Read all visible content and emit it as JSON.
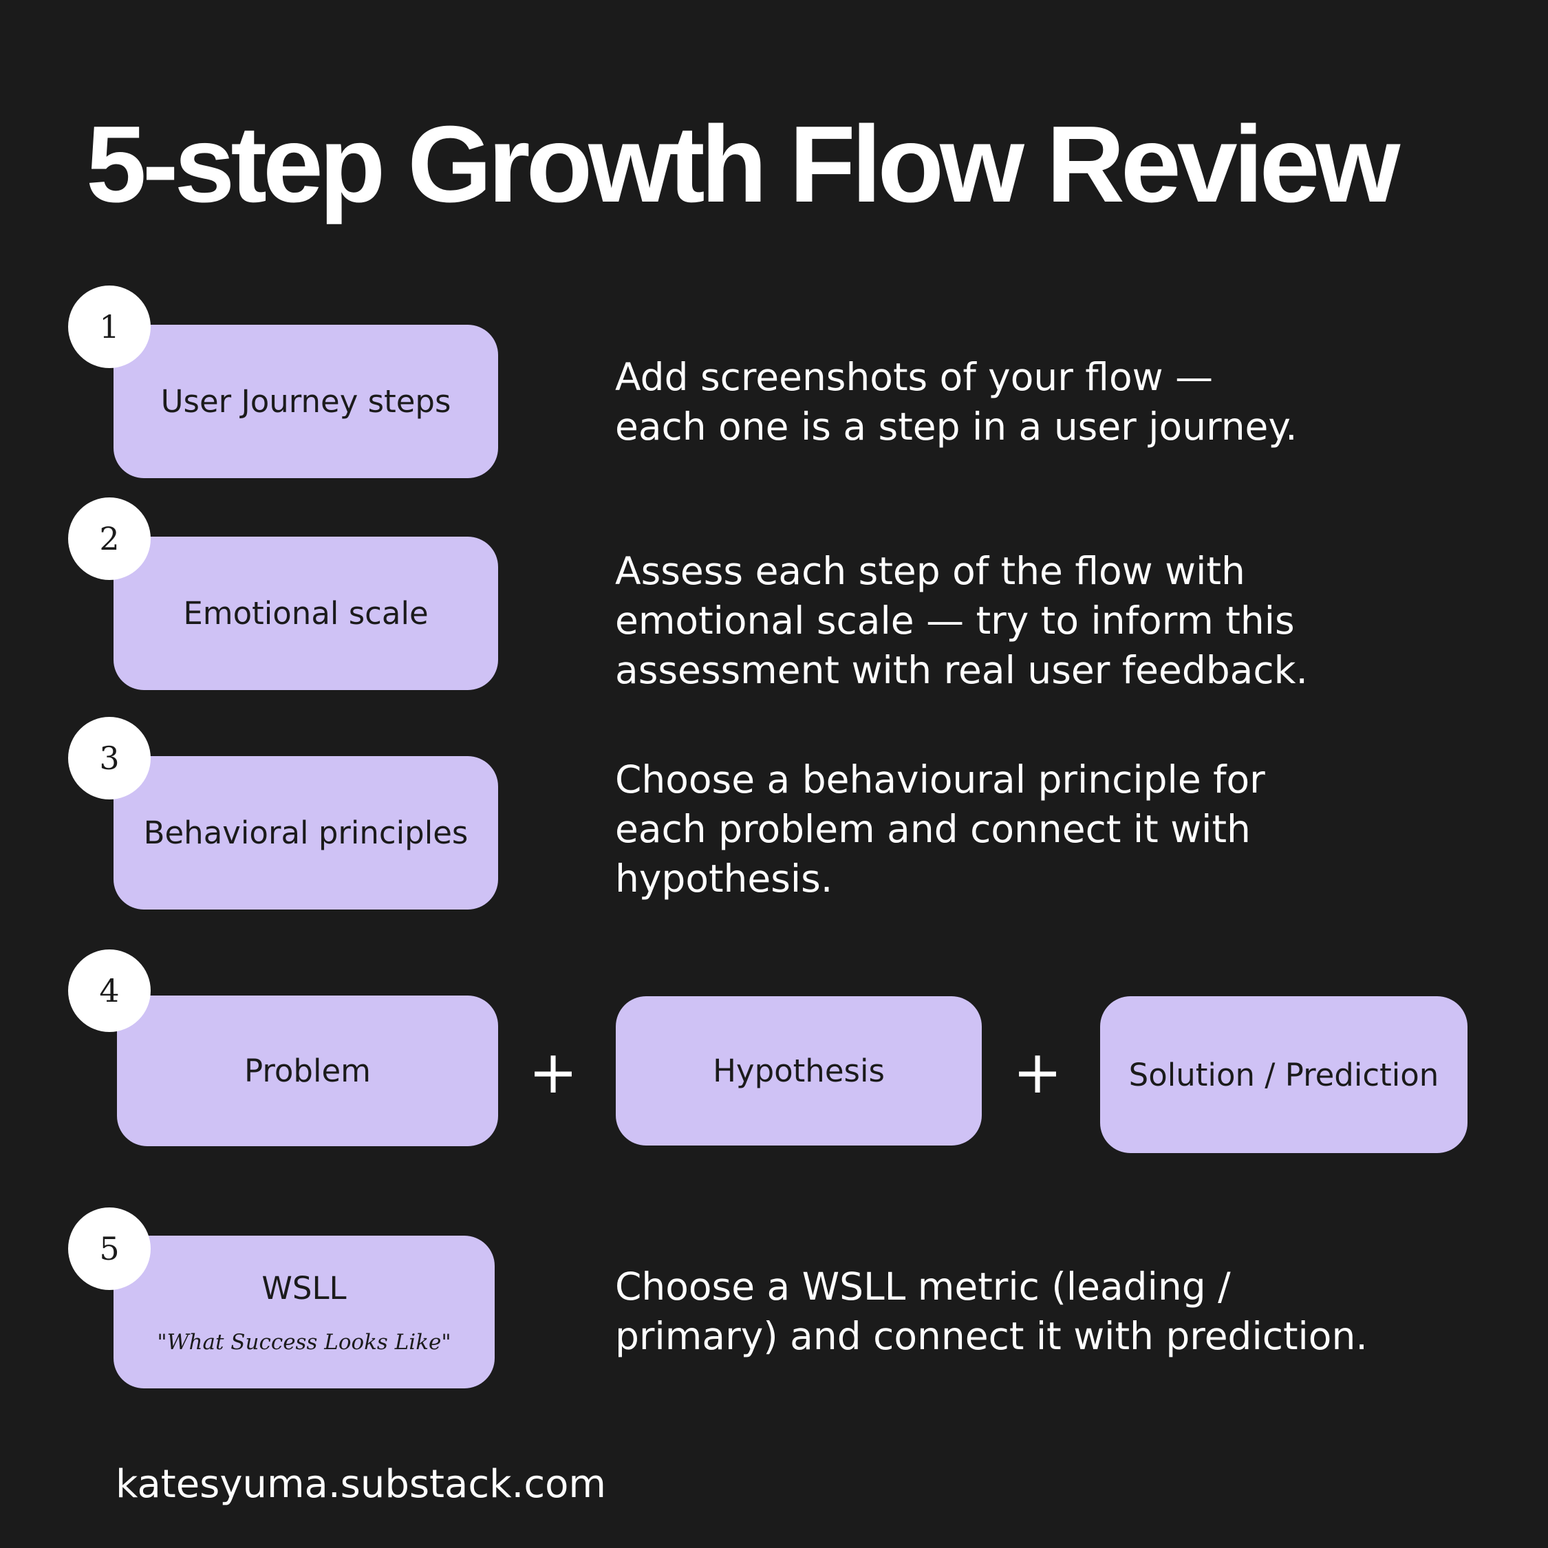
{
  "title": "5-step Growth Flow Review",
  "steps": [
    {
      "number": "1",
      "label": "User Journey steps",
      "description": [
        "Add screenshots of your flow —",
        "each one is a step in a user journey."
      ]
    },
    {
      "number": "2",
      "label": "Emotional scale",
      "description": [
        "Assess each step of the flow with",
        "emotional scale — try to inform this",
        "assessment with real user feedback."
      ]
    },
    {
      "number": "3",
      "label": "Behavioral principles",
      "description": [
        "Choose a behavioural principle for",
        "each problem and connect it with",
        "hypothesis."
      ]
    },
    {
      "number": "4",
      "boxes": [
        "Problem",
        "Hypothesis",
        "Solution / Prediction"
      ],
      "operator": "+"
    },
    {
      "number": "5",
      "label": "WSLL",
      "sublabel": "\"What Success Looks Like\"",
      "description": [
        "Choose a WSLL metric (leading /",
        "primary) and connect it with prediction."
      ]
    }
  ],
  "footer": "katesyuma.substack.com",
  "colors": {
    "background": "#1b1b1b",
    "box": "#cfc2f5",
    "badge": "#ffffff",
    "text": "#ffffff",
    "box_text": "#1b1b1b"
  }
}
